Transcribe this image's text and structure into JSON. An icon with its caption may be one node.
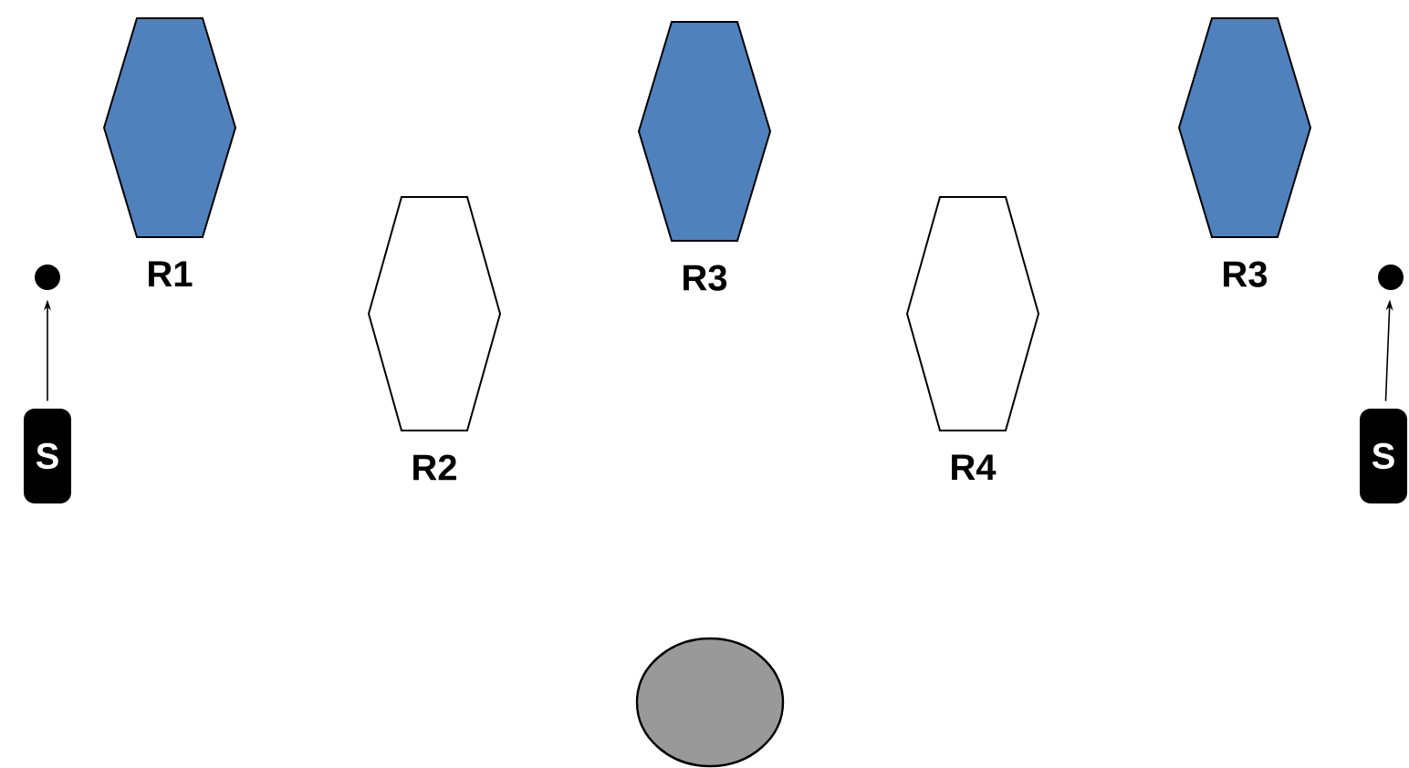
{
  "diagram": {
    "nodes": [
      {
        "text": [],
        "shape": "circle"
      },
      {
        "text": [
          "S"
        ]
      },
      {
        "text": [],
        "shape": "hexagon",
        "beside": [
          "R1"
        ]
      },
      {
        "text": [],
        "shape": "hexagon",
        "beside": [
          "R2"
        ]
      },
      {
        "text": [],
        "shape": "hexagon",
        "beside": [
          "R3"
        ]
      },
      {
        "text": [],
        "shape": "hexagon",
        "beside": [
          "R4"
        ]
      },
      {
        "text": [],
        "shape": "hexagon",
        "beside": [
          "R3"
        ]
      },
      {
        "text": [],
        "shape": "circle"
      },
      {
        "text": [
          "S"
        ]
      },
      {
        "text": [],
        "shape": "circle"
      }
    ],
    "edges": [
      {
        "from": 1,
        "to": 0,
        "arrow": "to"
      },
      {
        "from": 8,
        "to": 7,
        "arrow": "to"
      }
    ]
  }
}
